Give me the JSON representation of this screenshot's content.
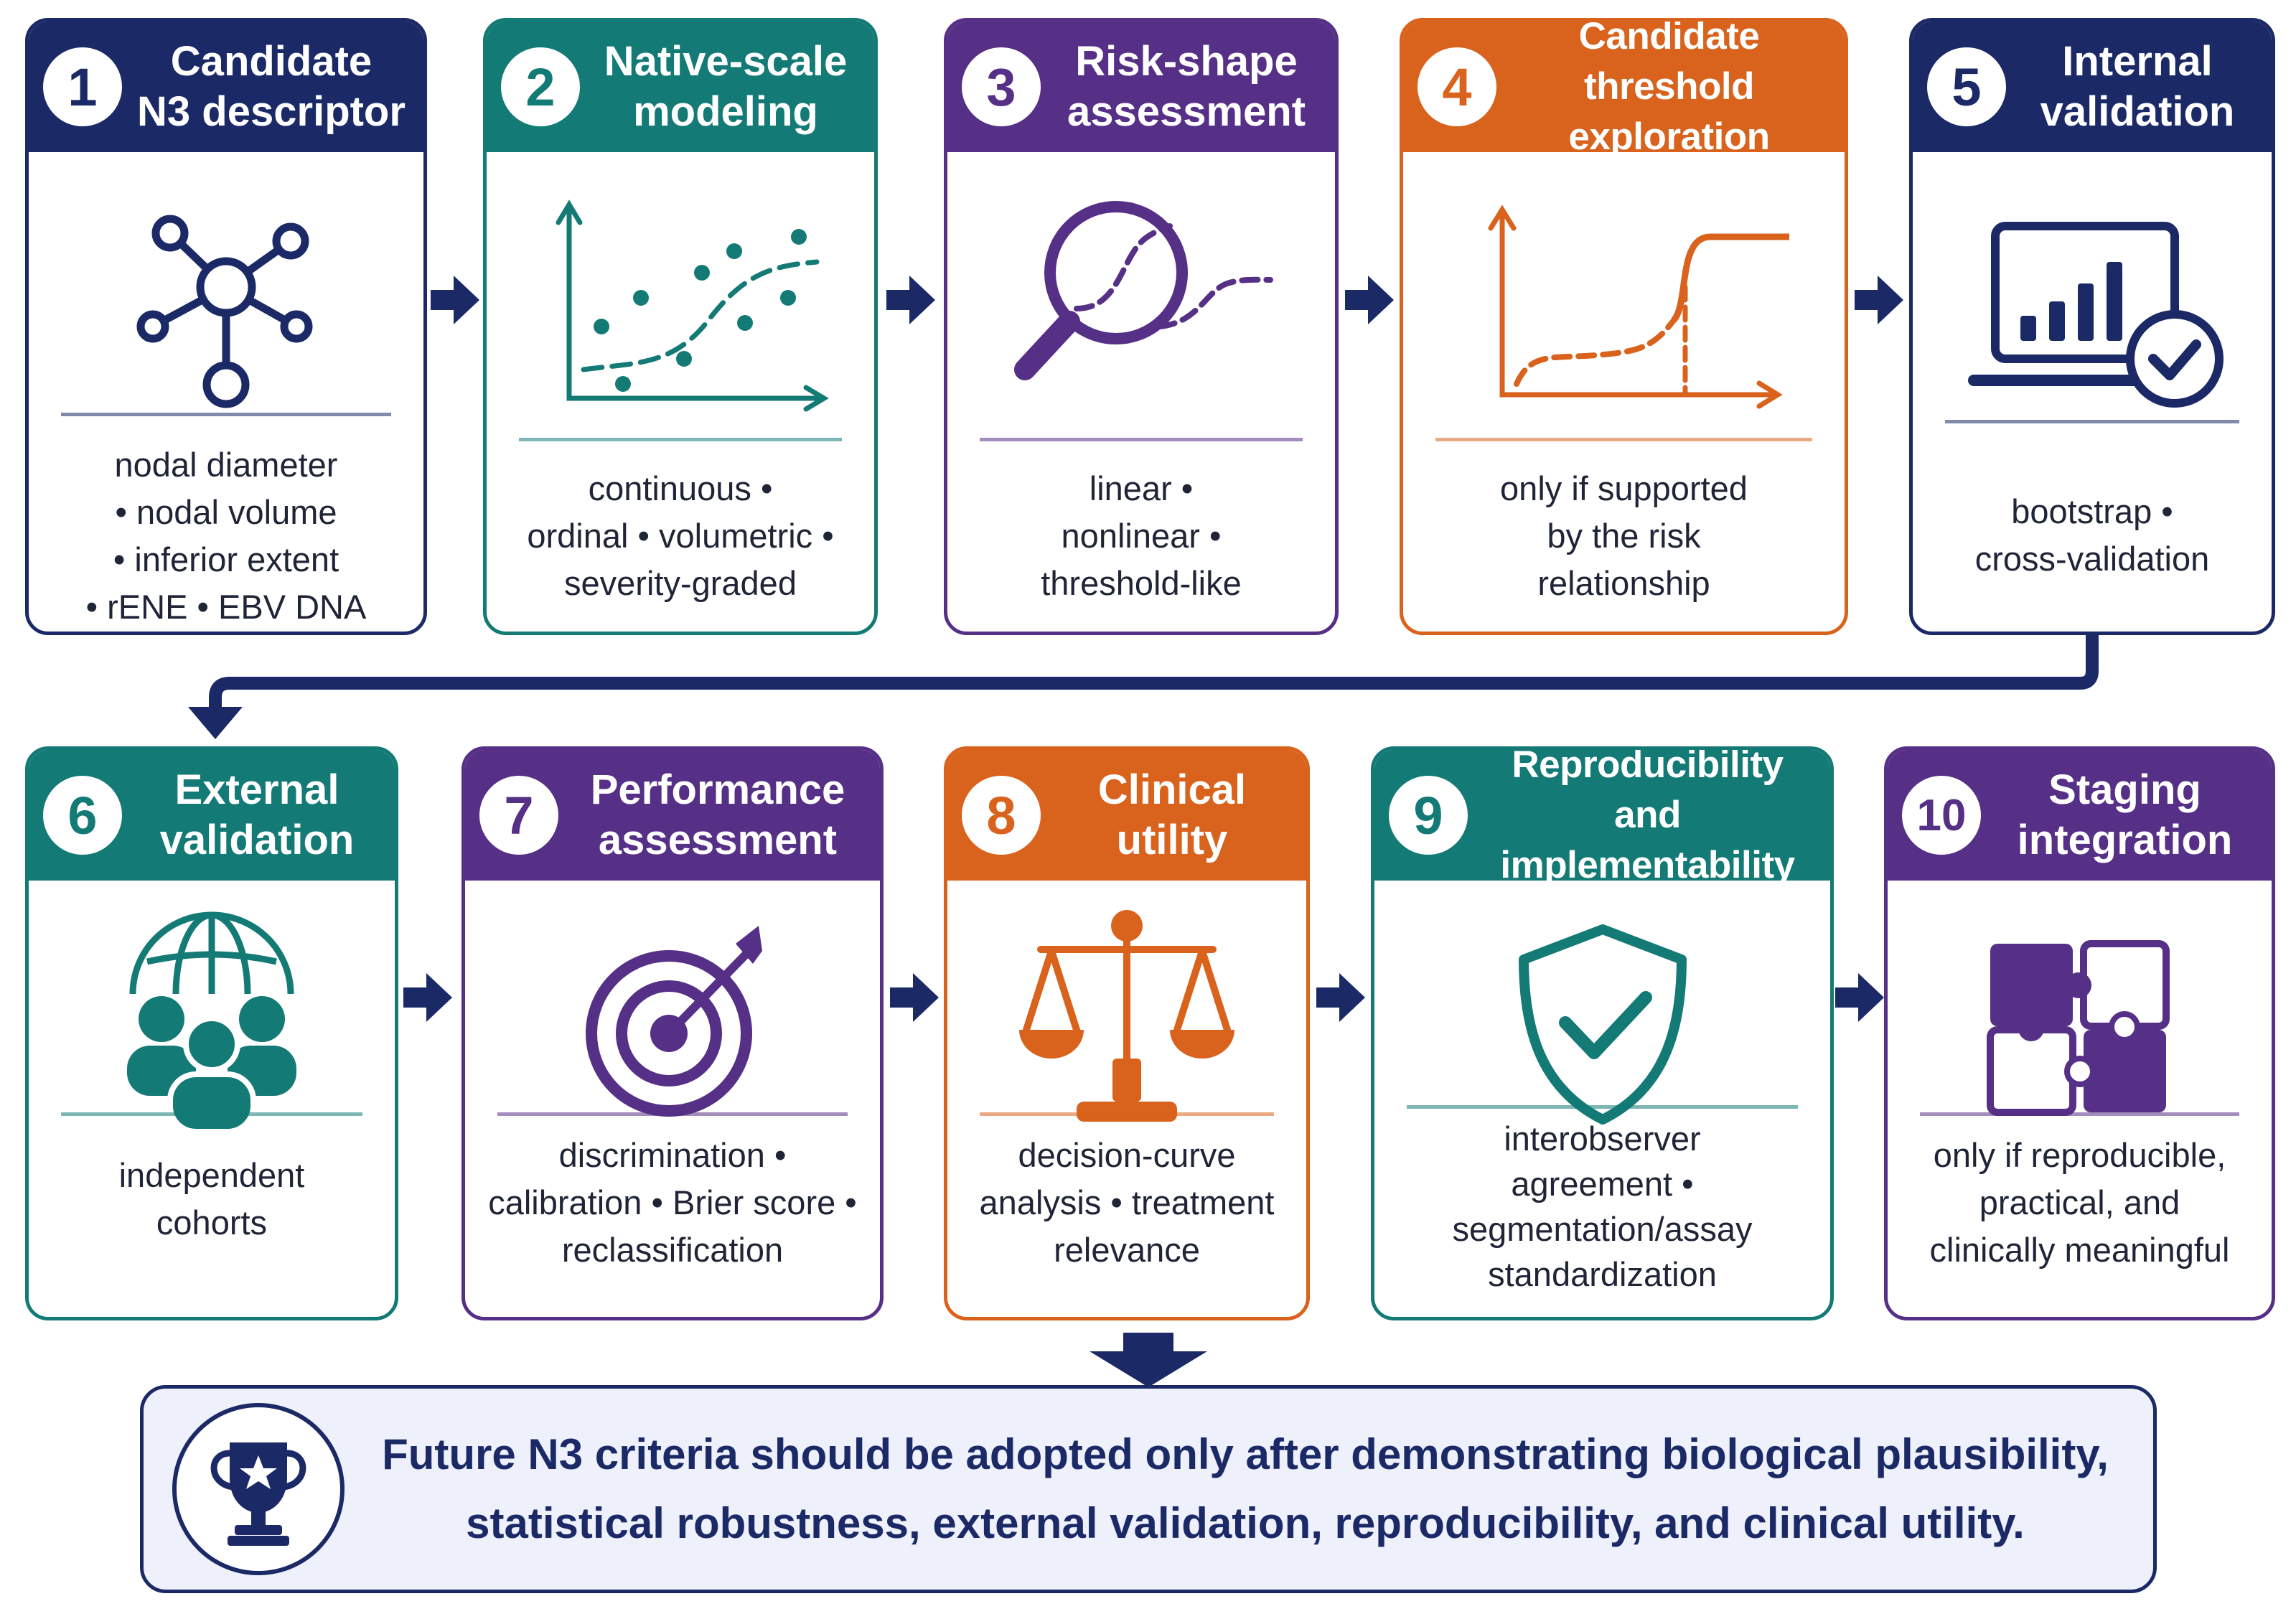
{
  "colors": {
    "navy": "#1b2a66",
    "teal": "#137a76",
    "purple": "#562f86",
    "orange": "#d9621c"
  },
  "steps": [
    {
      "number": "1",
      "title": "Candidate\nN3 descriptor",
      "color": "#1b2a66",
      "icon": "network-icon",
      "desc_lines": [
        "nodal diameter",
        "• nodal volume",
        "• inferior extent",
        "• rENE  • EBV DNA"
      ]
    },
    {
      "number": "2",
      "title": "Native-scale\nmodeling",
      "color": "#137a76",
      "icon": "scatter-plot-icon",
      "desc_lines": [
        "continuous •",
        "ordinal • volumetric •",
        "severity-graded"
      ]
    },
    {
      "number": "3",
      "title": "Risk-shape\nassessment",
      "color": "#562f86",
      "icon": "magnifier-curve-icon",
      "desc_lines": [
        "linear •",
        "nonlinear •",
        "threshold-like"
      ]
    },
    {
      "number": "4",
      "title": "Candidate threshold\nexploration",
      "color": "#d9621c",
      "icon": "threshold-curve-icon",
      "desc_lines": [
        "only if supported",
        "by the risk",
        "relationship"
      ]
    },
    {
      "number": "5",
      "title": "Internal\nvalidation",
      "color": "#1b2a66",
      "icon": "laptop-check-icon",
      "desc_lines": [
        "bootstrap •",
        "cross-validation"
      ]
    },
    {
      "number": "6",
      "title": "External\nvalidation",
      "color": "#137a76",
      "icon": "globe-people-icon",
      "desc_lines": [
        "independent",
        "cohorts"
      ]
    },
    {
      "number": "7",
      "title": "Performance\nassessment",
      "color": "#562f86",
      "icon": "target-icon",
      "desc_lines": [
        "discrimination •",
        "calibration • Brier score •",
        "reclassification"
      ]
    },
    {
      "number": "8",
      "title": "Clinical\nutility",
      "color": "#d9621c",
      "icon": "scales-icon",
      "desc_lines": [
        "decision-curve",
        "analysis • treatment",
        "relevance"
      ]
    },
    {
      "number": "9",
      "title": "Reproducibility and\nimplementability",
      "color": "#137a76",
      "icon": "shield-check-icon",
      "desc_lines": [
        "interobserver",
        "agreement •",
        "segmentation/assay",
        "standardization"
      ]
    },
    {
      "number": "10",
      "title": "Staging\nintegration",
      "color": "#562f86",
      "icon": "puzzle-icon",
      "desc_lines": [
        "only if reproducible,",
        "practical, and",
        "clinically meaningful"
      ]
    }
  ],
  "conclusion": {
    "icon": "trophy-icon",
    "lines": [
      "Future N3 criteria should be adopted only after demonstrating biological plausibility,",
      "statistical robustness, external validation, reproducibility, and clinical utility."
    ]
  }
}
